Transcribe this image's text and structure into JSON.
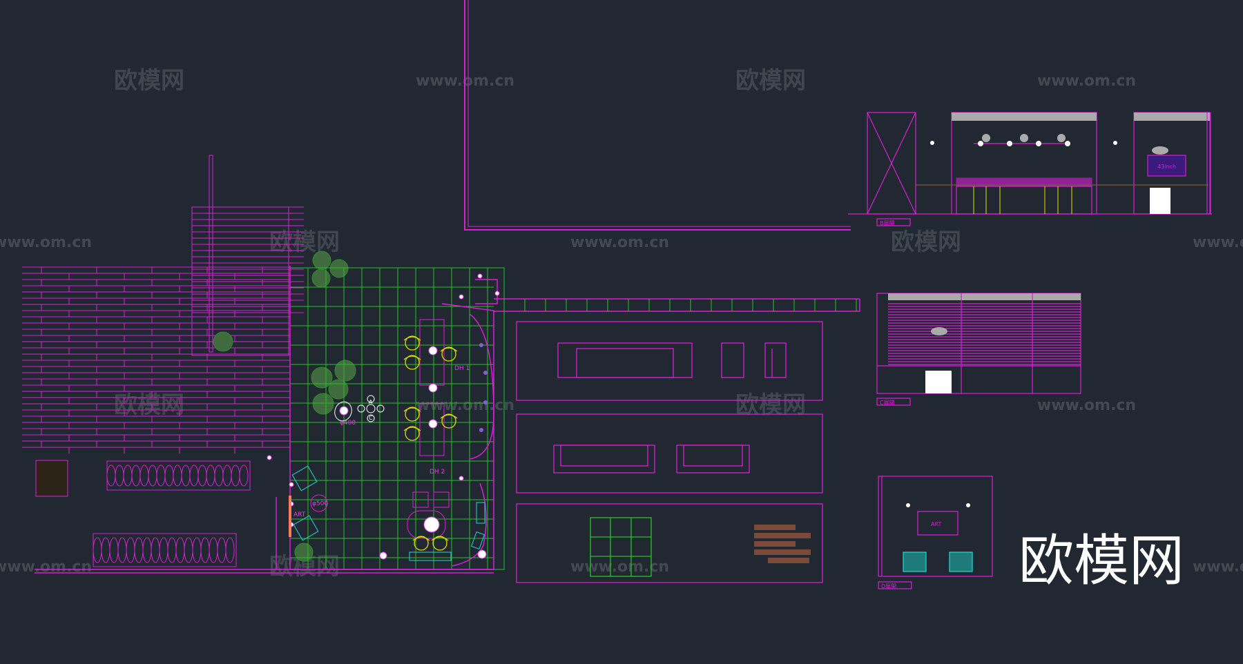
{
  "watermark": {
    "brand_cn": "欧模网",
    "url": "www.om.cn"
  },
  "logo_text": "欧模网",
  "elevations": {
    "b_label": "B展開",
    "c_label": "C展開",
    "d_label": "D展開",
    "tv_label": "43inch",
    "art_label": "ART"
  },
  "plan": {
    "marker_a": "A",
    "marker_c": "C",
    "dim_400": "φ400",
    "dim_500": "φ500",
    "art_label": "ART",
    "dh1": "DH 1",
    "dh2": "DH 2"
  },
  "colors": {
    "background": "#222831",
    "magenta": "#d81fd8",
    "green": "#27c227",
    "yellow": "#e0e000",
    "cyan": "#1fd8d8",
    "white": "#ffffff"
  }
}
